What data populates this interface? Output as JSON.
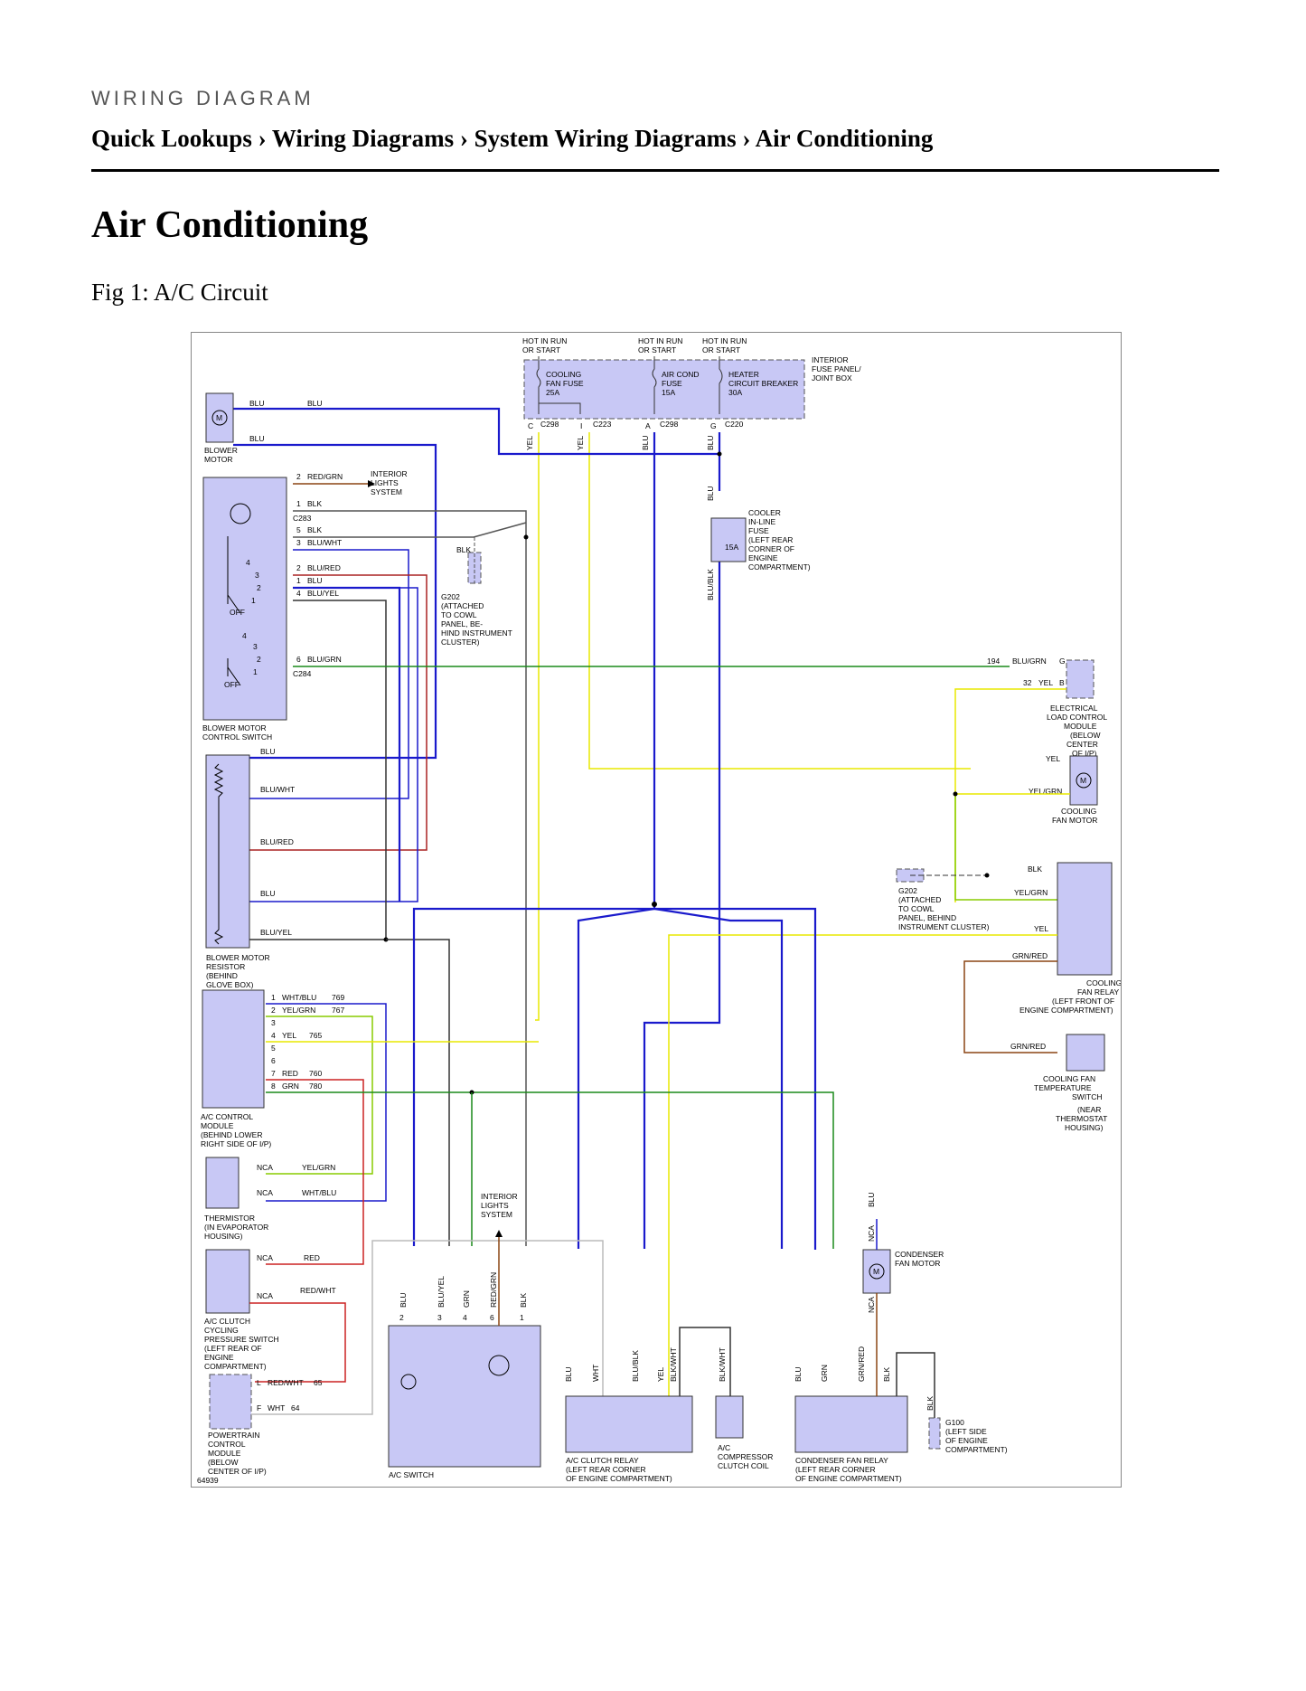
{
  "header": {
    "kicker": "WIRING DIAGRAM",
    "breadcrumb": "Quick Lookups › Wiring Diagrams › System Wiring Diagrams › Air Conditioning",
    "title": "Air Conditioning",
    "figure_caption": "Fig 1: A/C Circuit"
  },
  "diagram": {
    "figure_id": "64939",
    "power": {
      "hot1": [
        "HOT IN RUN",
        "OR START"
      ],
      "hot2": [
        "HOT IN RUN",
        "OR START"
      ],
      "hot3": [
        "HOT IN RUN",
        "OR START"
      ],
      "fuse_box": [
        "INTERIOR",
        "FUSE PANEL/",
        "JOINT BOX"
      ],
      "fuse1": [
        "COOLING",
        "FAN FUSE",
        "25A"
      ],
      "fuse2": [
        "AIR COND",
        "FUSE",
        "15A"
      ],
      "breaker": [
        "HEATER",
        "CIRCUIT BREAKER",
        "30A"
      ],
      "pins": [
        "C",
        "I",
        "A",
        "G"
      ],
      "connectors": [
        "C298",
        "C223",
        "C298",
        "C220"
      ]
    },
    "components": {
      "blower_motor": [
        "BLOWER",
        "MOTOR"
      ],
      "blower_switch": [
        "BLOWER MOTOR",
        "CONTROL SWITCH"
      ],
      "interior_lights": [
        "INTERIOR",
        "LIGHTS",
        "SYSTEM"
      ],
      "g202_top": [
        "G202",
        "(ATTACHED",
        "TO COWL",
        "PANEL, BE-",
        "HIND INSTRUMENT",
        "CLUSTER)"
      ],
      "cooler_fuse": [
        "COOLER",
        "IN-LINE",
        "FUSE",
        "(LEFT REAR",
        "CORNER OF",
        "ENGINE",
        "COMPARTMENT)"
      ],
      "cooler_fuse_rating": "15A",
      "elcm": [
        "ELECTRICAL",
        "LOAD CONTROL",
        "MODULE",
        "(BELOW",
        "CENTER",
        "OF I/P)"
      ],
      "cooling_fan_motor": [
        "COOLING",
        "FAN MOTOR"
      ],
      "g202_right": [
        "G202",
        "(ATTACHED",
        "TO COWL",
        "PANEL, BEHIND",
        "INSTRUMENT CLUSTER)"
      ],
      "cooling_fan_relay": [
        "COOLING",
        "FAN RELAY",
        "(LEFT FRONT OF",
        "ENGINE COMPARTMENT)"
      ],
      "fan_temp_switch": [
        "COOLING FAN",
        "TEMPERATURE",
        "SWITCH",
        "(NEAR",
        "THERMOSTAT",
        "HOUSING)"
      ],
      "resistor": [
        "BLOWER MOTOR",
        "RESISTOR",
        "(BEHIND",
        "GLOVE BOX)"
      ],
      "ac_module": [
        "A/C CONTROL",
        "MODULE",
        "(BEHIND LOWER",
        "RIGHT SIDE OF I/P)"
      ],
      "thermistor": [
        "THERMISTOR",
        "(IN EVAPORATOR",
        "HOUSING)"
      ],
      "cycling_switch": [
        "A/C CLUTCH",
        "CYCLING",
        "PRESSURE SWITCH",
        "(LEFT REAR OF",
        "ENGINE",
        "COMPARTMENT)"
      ],
      "pcm": [
        "POWERTRAIN",
        "CONTROL",
        "MODULE",
        "(BELOW",
        "CENTER OF I/P)"
      ],
      "ac_switch": [
        "A/C SWITCH"
      ],
      "interior_lights2": [
        "INTERIOR",
        "LIGHTS",
        "SYSTEM"
      ],
      "ac_clutch_relay": [
        "A/C CLUTCH RELAY",
        "(LEFT REAR CORNER",
        "OF ENGINE COMPARTMENT)"
      ],
      "compressor_coil": [
        "A/C",
        "COMPRESSOR",
        "CLUTCH COIL"
      ],
      "condenser_relay": [
        "CONDENSER FAN RELAY",
        "(LEFT REAR CORNER",
        "OF ENGINE COMPARTMENT)"
      ],
      "condenser_motor": [
        "CONDENSER",
        "FAN MOTOR"
      ],
      "g100": [
        "G100",
        "(LEFT SIDE",
        "OF ENGINE",
        "COMPARTMENT)"
      ],
      "off1": "OFF",
      "off2": "OFF",
      "connector_c283": "C283",
      "connector_c284": "C284"
    },
    "wires": {
      "blu": "BLU",
      "blk": "BLK",
      "yel": "YEL",
      "blu_blk": "BLU/BLK",
      "red_grn": "RED/GRN",
      "blu_wht": "BLU/WHT",
      "blu_red": "BLU/RED",
      "blu_yel": "BLU/YEL",
      "blu_grn": "BLU/GRN",
      "yel_grn": "YEL/GRN",
      "grn_red": "GRN/RED",
      "wht_blu": "WHT/BLU",
      "red": "RED",
      "grn": "GRN",
      "red_wht": "RED/WHT",
      "wht": "WHT",
      "blk_wht": "BLK/WHT",
      "nca": "NCA"
    },
    "ac_module_pins": [
      {
        "pin": "1",
        "color": "WHT/BLU",
        "circuit": "769"
      },
      {
        "pin": "2",
        "color": "YEL/GRN",
        "circuit": "767"
      },
      {
        "pin": "3",
        "color": "",
        "circuit": ""
      },
      {
        "pin": "4",
        "color": "YEL",
        "circuit": "765"
      },
      {
        "pin": "5",
        "color": "",
        "circuit": ""
      },
      {
        "pin": "6",
        "color": "",
        "circuit": ""
      },
      {
        "pin": "7",
        "color": "RED",
        "circuit": "760"
      },
      {
        "pin": "8",
        "color": "GRN",
        "circuit": "780"
      }
    ],
    "elcm_pins": [
      {
        "circuit": "194",
        "color": "BLU/GRN",
        "pin": "G"
      },
      {
        "circuit": "32",
        "color": "YEL",
        "pin": "B"
      }
    ],
    "pcm_pins": [
      {
        "pin": "L",
        "color": "RED/WHT",
        "circuit": "65"
      },
      {
        "pin": "F",
        "color": "WHT",
        "circuit": "64"
      }
    ],
    "ac_switch_pins": [
      "2",
      "3",
      "4",
      "6",
      "1"
    ],
    "ac_switch_wires": [
      "BLU",
      "BLU/YEL",
      "GRN",
      "RED/GRN",
      "BLK"
    ],
    "switch_pins_a": [
      "1",
      "5",
      "3",
      "2",
      "1",
      "4"
    ],
    "switch_pins_b": [
      "6"
    ],
    "blower_pin2": "2",
    "switch_positions_a": [
      "4",
      "3",
      "2",
      "1"
    ],
    "switch_positions_b": [
      "4",
      "3",
      "2",
      "1"
    ]
  }
}
